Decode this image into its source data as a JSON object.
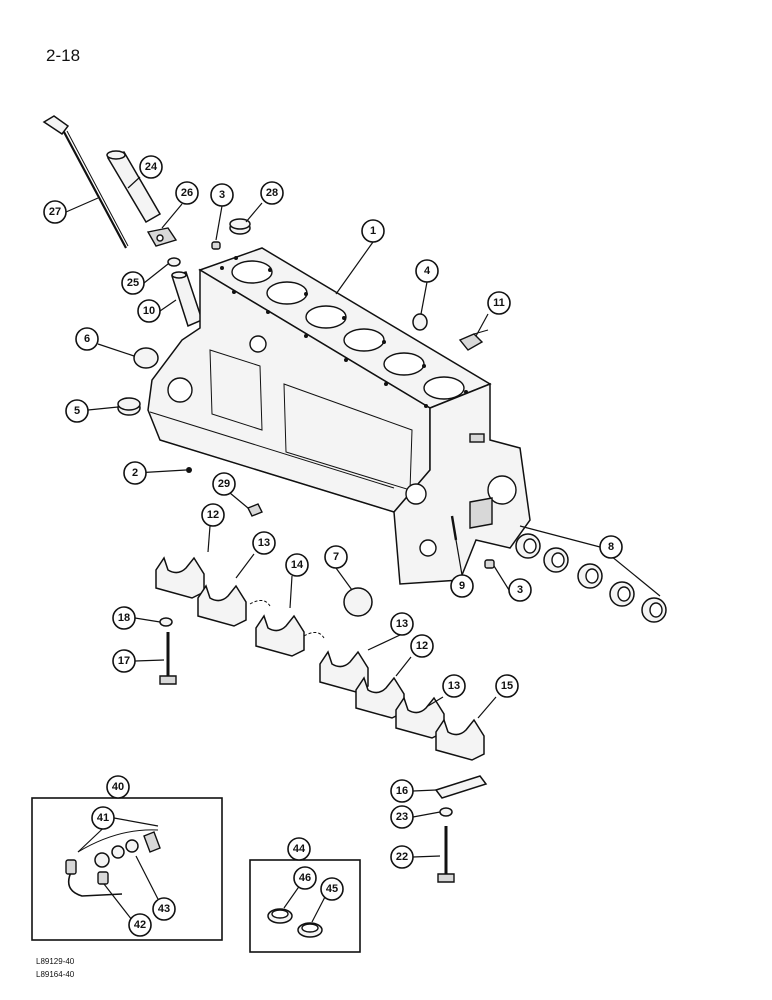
{
  "page": {
    "page_number": "2-18",
    "figure_codes": [
      "L89129-40",
      "L89164-40"
    ]
  },
  "callouts": [
    {
      "id": "c1",
      "label": "1"
    },
    {
      "id": "c2",
      "label": "2"
    },
    {
      "id": "c3a",
      "label": "3"
    },
    {
      "id": "c3b",
      "label": "3"
    },
    {
      "id": "c4",
      "label": "4"
    },
    {
      "id": "c5",
      "label": "5"
    },
    {
      "id": "c6",
      "label": "6"
    },
    {
      "id": "c7",
      "label": "7"
    },
    {
      "id": "c8",
      "label": "8"
    },
    {
      "id": "c9",
      "label": "9"
    },
    {
      "id": "c10",
      "label": "10"
    },
    {
      "id": "c11",
      "label": "11"
    },
    {
      "id": "c12a",
      "label": "12"
    },
    {
      "id": "c12b",
      "label": "12"
    },
    {
      "id": "c13a",
      "label": "13"
    },
    {
      "id": "c13b",
      "label": "13"
    },
    {
      "id": "c13c",
      "label": "13"
    },
    {
      "id": "c14",
      "label": "14"
    },
    {
      "id": "c15",
      "label": "15"
    },
    {
      "id": "c16",
      "label": "16"
    },
    {
      "id": "c17",
      "label": "17"
    },
    {
      "id": "c18",
      "label": "18"
    },
    {
      "id": "c22",
      "label": "22"
    },
    {
      "id": "c23",
      "label": "23"
    },
    {
      "id": "c24",
      "label": "24"
    },
    {
      "id": "c25",
      "label": "25"
    },
    {
      "id": "c26",
      "label": "26"
    },
    {
      "id": "c27",
      "label": "27"
    },
    {
      "id": "c28",
      "label": "28"
    },
    {
      "id": "c29",
      "label": "29"
    },
    {
      "id": "c40",
      "label": "40"
    },
    {
      "id": "c41",
      "label": "41"
    },
    {
      "id": "c42",
      "label": "42"
    },
    {
      "id": "c43",
      "label": "43"
    },
    {
      "id": "c44",
      "label": "44"
    },
    {
      "id": "c45",
      "label": "45"
    },
    {
      "id": "c46",
      "label": "46"
    }
  ]
}
